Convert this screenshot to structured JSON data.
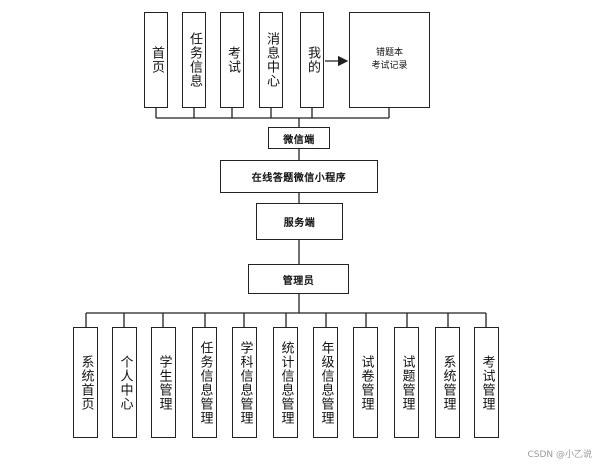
{
  "client": {
    "modules": [
      "首页",
      "任务信息",
      "考试",
      "消息中心",
      "我的"
    ],
    "mine_submodules": [
      "错题本",
      "考试记录"
    ],
    "label": "微信端"
  },
  "app": {
    "label": "在线答题微信小程序"
  },
  "server": {
    "label": "服务端"
  },
  "admin": {
    "label": "管理员",
    "modules": [
      "系统首页",
      "个人中心",
      "学生管理",
      "任务信息管理",
      "学科信息管理",
      "统计信息管理",
      "年级信息管理",
      "试卷管理",
      "试题管理",
      "系统管理",
      "考试管理"
    ]
  },
  "watermark": "CSDN @小乙说"
}
